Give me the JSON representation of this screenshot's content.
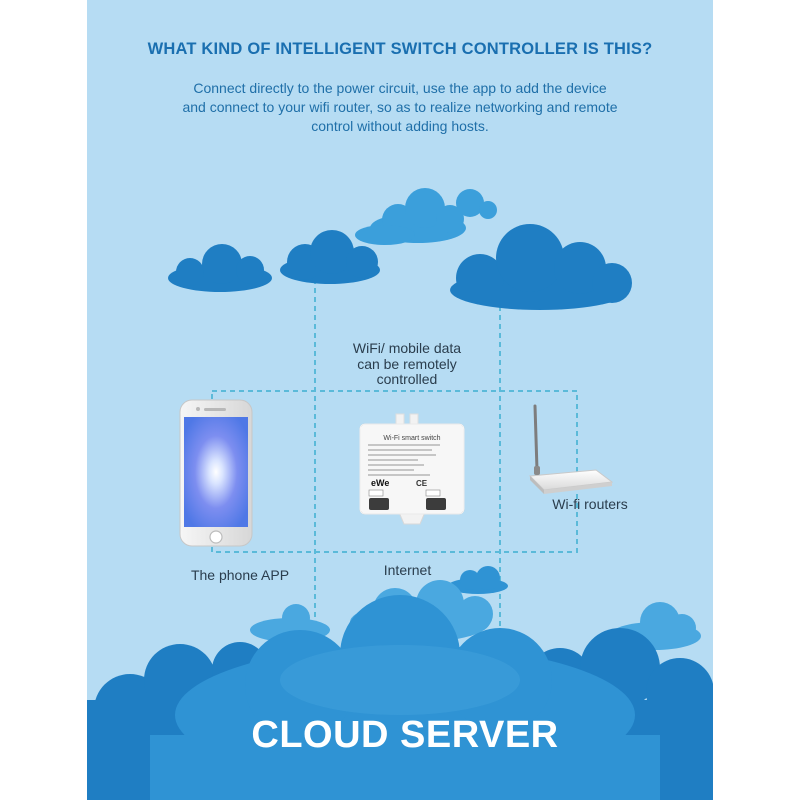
{
  "diagram": {
    "title": "WHAT KIND OF INTELLIGENT SWITCH CONTROLLER IS THIS?",
    "intro_lines": [
      "Connect directly to the power circuit, use the app to add the device",
      "and connect to your wifi router, so as to realize networking and remote",
      "control without adding hosts."
    ],
    "wifi_lines": [
      "WiFi/ mobile data",
      "can be remotely",
      "controlled"
    ],
    "phone_label": "The phone APP",
    "internet_label": "Internet",
    "router_label": "Wi-fi routers",
    "cloud_label": "CLOUD SERVER",
    "device": {
      "header": "Wi-Fi smart switch",
      "brand": "eWe",
      "marks": "CE"
    }
  },
  "colors": {
    "background": "#b6dcf3",
    "cloud_dark": "#1f7ec3",
    "cloud_mid": "#2f93d4",
    "cloud_light": "#4aa8e0",
    "title": "#1a6fb0",
    "dashed_line": "#5bbad9"
  },
  "icons": [
    "cloud-icon",
    "smartphone-icon",
    "smart-switch-icon",
    "wifi-router-icon"
  ]
}
